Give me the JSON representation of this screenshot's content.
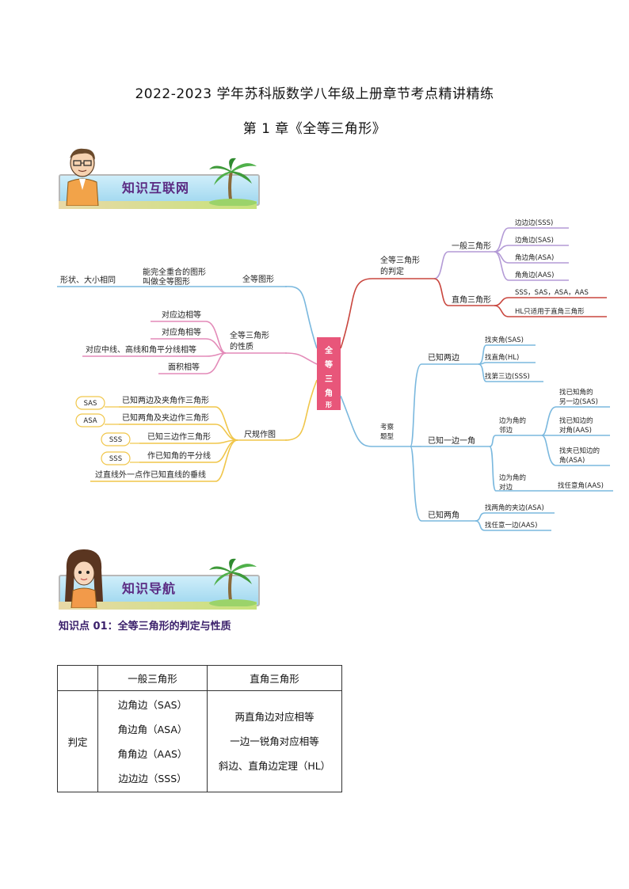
{
  "header": {
    "title": "2022-2023 学年苏科版数学八年级上册章节考点精讲精练",
    "chapter": "第 1 章《全等三角形》"
  },
  "banners": {
    "mindmap": "知识互联网",
    "guide": "知识导航"
  },
  "mindmap": {
    "center": "全等三角形",
    "left": {
      "congruent_figures": {
        "label": "全等图形",
        "definition": "能完全重合的图形叫做全等图形",
        "definition_line1": "能完全重合的图形",
        "definition_line2": "叫做全等图形",
        "property": "形状、大小相同"
      },
      "properties": {
        "label_line1": "全等三角形",
        "label_line2": "的性质",
        "items": [
          "对应边相等",
          "对应角相等",
          "对应中线、高线和角平分线相等",
          "面积相等"
        ]
      },
      "constructions": {
        "label": "尺规作图",
        "items": [
          {
            "tag": "SAS",
            "text": "已知两边及夹角作三角形"
          },
          {
            "tag": "ASA",
            "text": "已知两角及夹边作三角形"
          },
          {
            "tag": "SSS",
            "text": "已知三边作三角形"
          },
          {
            "tag": "SSS",
            "text": "作已知角的平分线"
          },
          {
            "tag": "",
            "text": "过直线外一点作已知直线的垂线"
          }
        ]
      }
    },
    "right": {
      "criteria": {
        "label_line1": "全等三角形",
        "label_line2": "的判定",
        "general": {
          "label": "一般三角形",
          "items": [
            "边边边(SSS)",
            "边角边(SAS)",
            "角边角(ASA)",
            "角角边(AAS)"
          ]
        },
        "right_triangle": {
          "label": "直角三角形",
          "items": [
            "SSS，SAS，ASA，AAS",
            "HL只适用于直角三角形"
          ]
        }
      },
      "question_types": {
        "label_line1": "考察",
        "label_line2": "题型",
        "two_sides": {
          "label": "已知两边",
          "items": [
            "找夹角(SAS)",
            "找直角(HL)",
            "找第三边(SSS)"
          ]
        },
        "side_angle": {
          "label": "已知一边一角",
          "adjacent": {
            "label_line1": "边为角的",
            "label_line2": "邻边",
            "items": [
              {
                "line1": "找已知角的",
                "line2": "另一边(SAS)"
              },
              {
                "line1": "找已知边的",
                "line2": "对角(AAS)"
              },
              {
                "line1": "找夹已知边的",
                "line2": "角(ASA)"
              }
            ]
          },
          "opposite": {
            "label_line1": "边为角的",
            "label_line2": "对边",
            "item": "找任意角(AAS)"
          }
        },
        "two_angles": {
          "label": "已知两角",
          "items": [
            "找两角的夹边(ASA)",
            "找任意一边(AAS)"
          ]
        }
      }
    }
  },
  "knowledge_point": {
    "heading": "知识点 01：全等三角形的判定与性质",
    "table": {
      "headers": [
        "",
        "一般三角形",
        "直角三角形"
      ],
      "row_label": "判定",
      "general": [
        "边角边（SAS）",
        "角边角（ASA）",
        "角角边（AAS）",
        "边边边（SSS）"
      ],
      "right": [
        "两直角边对应相等",
        "一边一锐角对应相等",
        "斜边、直角边定理（HL）"
      ]
    }
  },
  "colors": {
    "center_box": "#e8567a",
    "branch_blue": "#7ab8de",
    "branch_pink": "#e38ab8",
    "branch_purple": "#b39ad6",
    "branch_yellow": "#f0c64a",
    "branch_red": "#c9463e",
    "banner_text": "#5a2a82"
  }
}
